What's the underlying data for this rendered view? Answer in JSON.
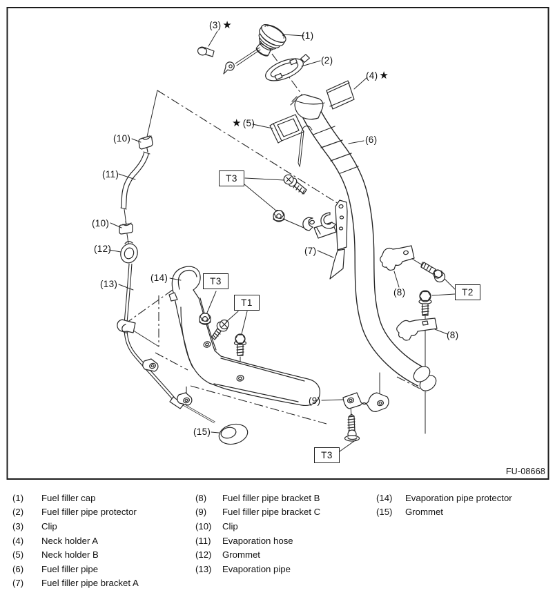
{
  "figure": {
    "code": "FU-08668",
    "star": "★"
  },
  "tags": {
    "t1": "T1",
    "t2": "T2",
    "t3": "T3"
  },
  "callouts": {
    "n1": "(1)",
    "n2": "(2)",
    "n3": "(3)",
    "n4": "(4)",
    "n5": "(5)",
    "n6": "(6)",
    "n7": "(7)",
    "n8": "(8)",
    "n9": "(9)",
    "n10": "(10)",
    "n11": "(11)",
    "n12": "(12)",
    "n13": "(13)",
    "n14": "(14)",
    "n15": "(15)"
  },
  "legend": {
    "col1": [
      {
        "num": "(1)",
        "name": "Fuel filler cap"
      },
      {
        "num": "(2)",
        "name": "Fuel filler pipe protector"
      },
      {
        "num": "(3)",
        "name": "Clip"
      },
      {
        "num": "(4)",
        "name": "Neck holder A"
      },
      {
        "num": "(5)",
        "name": "Neck holder B"
      },
      {
        "num": "(6)",
        "name": "Fuel filler pipe"
      },
      {
        "num": "(7)",
        "name": "Fuel filler pipe bracket A"
      }
    ],
    "col2": [
      {
        "num": "(8)",
        "name": "Fuel filler pipe bracket B"
      },
      {
        "num": "(9)",
        "name": "Fuel filler pipe bracket C"
      },
      {
        "num": "(10)",
        "name": "Clip"
      },
      {
        "num": "(11)",
        "name": "Evaporation hose"
      },
      {
        "num": "(12)",
        "name": "Grommet"
      },
      {
        "num": "(13)",
        "name": "Evaporation pipe"
      }
    ],
    "col3": [
      {
        "num": "(14)",
        "name": "Evaporation pipe protector"
      },
      {
        "num": "(15)",
        "name": "Grommet"
      }
    ]
  }
}
